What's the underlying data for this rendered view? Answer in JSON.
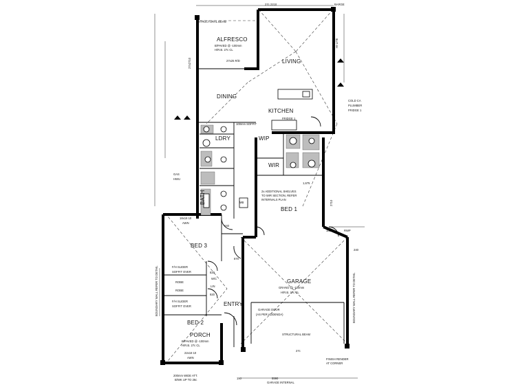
{
  "rooms": {
    "alfresco": "ALFRESCO",
    "living": "LIVING",
    "dining": "DINING",
    "kitchen": "KITCHEN",
    "wip": "WIP",
    "wir": "WIR",
    "bed1": "BED 1",
    "bed2": "BED 2",
    "bed3": "BED 3",
    "bath": "BATH",
    "ldry": "LDRY",
    "garage": "GARAGE",
    "entry": "ENTRY",
    "porch": "PORCH"
  },
  "notes": {
    "alfresco_paving": "B/PAVED @ -100mm",
    "alfresco_height": "H/R.B. 27c CL",
    "alfresco_beam": "STRUCTURAL BEAM",
    "alfresco_dim": "27x25 R/D",
    "garage_grano": "GRANO @ -100mm",
    "garage_height": "H/R.B. 27c CL",
    "garage_door": "GARAGE DOOR",
    "garage_door_note": "(AS PER ADDENDA)",
    "garage_beam": "STRUCTURAL BEAM",
    "garage_internal": "GARAGE INTERNAL",
    "porch_paving": "B/PAVED @ -100mm",
    "porch_height": "H/R.B. 27c CL",
    "shelves": "2x ADDITIONAL SHELVES",
    "shelves2": "TO WIR SECTION, REFER",
    "shelves3": "INTERNALS PLAN",
    "cold_water": "COLD CA",
    "plumbing": "PLUMBER",
    "fridge": "FRIDGE 1",
    "soffit": "100mm SOFFIT",
    "soffit_over": "SOFFIT OVER",
    "slider": "F/H SLIDER",
    "boundary_left": "BOUNDARY WALL REFER TO DETAIL",
    "boundary_right": "BOUNDARY WALL REFER TO DETAIL",
    "render": "FINISH RENDER",
    "render2": "AT CORNER",
    "gas": "GAS",
    "hwu": "HWU",
    "robe": "ROBE",
    "hi_lite": "HI-LITE",
    "barge": "BARGE",
    "awn": "AWN",
    "awn_dim": "22x18 10",
    "awn_dim2": "18x18 10",
    "wide_att": "200mm WIDE ATT.",
    "bk_up": "B/WK UP TO 26c",
    "dim_2710": "27x2710",
    "dim_2210": "27c 2210",
    "dim_5590": "5590",
    "dim_190": "190",
    "dim_1675": "1,675",
    "dim_2710b": "2710",
    "dim_640": "640",
    "dim_820": "820",
    "dim_870": "870",
    "dim_920": "920",
    "dim_180": "180",
    "dim_240": "240",
    "dim_27c": "27c",
    "rwp": "RWP",
    "linen": "LIN",
    "mb": "MB",
    "wc": "W/C"
  }
}
